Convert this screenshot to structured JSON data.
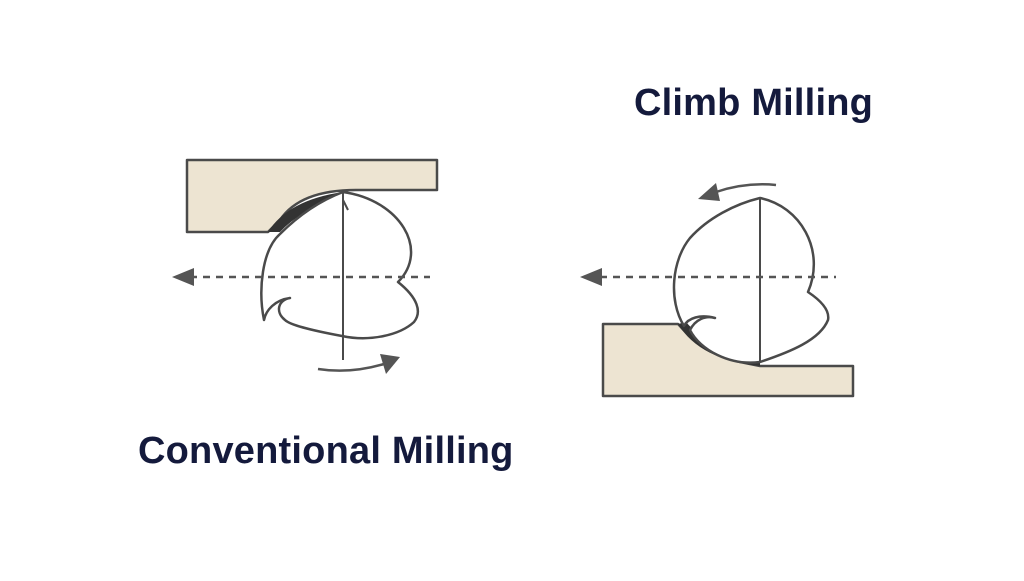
{
  "diagram": {
    "climb": {
      "title": "Climb Milling"
    },
    "conventional": {
      "title": "Conventional Milling"
    }
  },
  "colors": {
    "title": "#141a3c",
    "outline": "#4a4a4a",
    "workpiece_fill": "#ede4d2",
    "chip": "#333333",
    "arrow": "#555555",
    "feed_line": "#555555"
  },
  "icons": [
    "feed-direction-arrow",
    "rotation-arrow",
    "end-mill-cutter",
    "chip",
    "workpiece"
  ]
}
